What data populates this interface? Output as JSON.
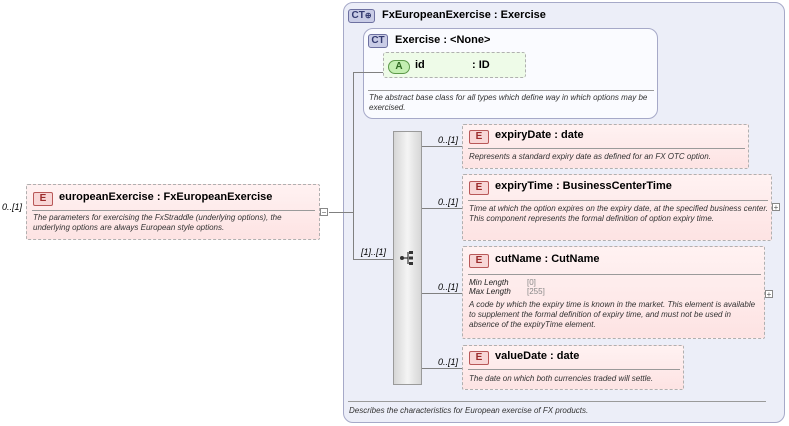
{
  "root": {
    "badge": "E",
    "multiplicity": "0..[1]",
    "title": "europeanExercise : FxEuropeanExercise",
    "description": "The parameters for exercising the FxStraddle (underlying options), the underlying options are always European style options.",
    "collapse_glyph": "−"
  },
  "type_box": {
    "badge": "CT",
    "title": "FxEuropeanExercise : Exercise",
    "description": "Describes the characteristics for European exercise of FX products."
  },
  "base_box": {
    "badge": "CT",
    "title": "Exercise : <None>",
    "description": "The abstract base class for all types which define way in which options may be exercised.",
    "attribute": {
      "badge": "A",
      "name": "id",
      "type": ": ID"
    }
  },
  "sequence": {
    "multiplicity": "[1]..[1]"
  },
  "children": [
    {
      "badge": "E",
      "multiplicity": "0..[1]",
      "title": "expiryDate : date",
      "description": "Represents a standard expiry date as defined for an FX OTC option."
    },
    {
      "badge": "E",
      "multiplicity": "0..[1]",
      "title": "expiryTime : BusinessCenterTime",
      "description": "Time at which the option expires on the expiry date, at the specified business center. This component represents the formal definition of option expiry time.",
      "expand_glyph": "+"
    },
    {
      "badge": "E",
      "multiplicity": "0..[1]",
      "title": "cutName : CutName",
      "facets": [
        {
          "label": "Min Length",
          "value": "[0]"
        },
        {
          "label": "Max Length",
          "value": "[255]"
        }
      ],
      "description": "A code by which the expiry time is known in the market. This element is available to supplement the formal definition of expiry time, and must not be used in absence of the expiryTime element.",
      "expand_glyph": "+"
    },
    {
      "badge": "E",
      "multiplicity": "0..[1]",
      "title": "valueDate : date",
      "description": "The date on which both currencies traded will settle."
    }
  ]
}
